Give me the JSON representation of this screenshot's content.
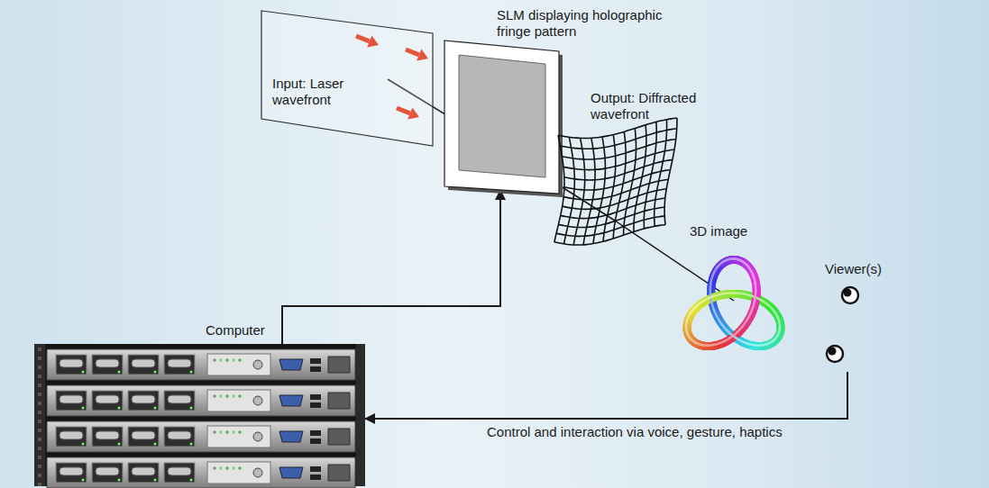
{
  "diagram": {
    "nodes": [
      {
        "text": [
          "Input: Laser wavefront"
        ]
      },
      {
        "text": [
          "SLM displaying holographic fringe pattern"
        ]
      },
      {
        "text": [
          "Output: Diffracted wavefront"
        ]
      },
      {
        "text": [
          "3D image"
        ]
      },
      {
        "text": [
          "Viewer(s)"
        ]
      },
      {
        "text": [
          "Computer"
        ]
      }
    ],
    "edges": [
      {
        "from": 0,
        "to": 1,
        "arrow": "none"
      },
      {
        "from": 1,
        "to": 2,
        "arrow": "none"
      },
      {
        "from": 2,
        "to": 3,
        "arrow": "none"
      },
      {
        "from": 5,
        "to": 1,
        "arrow": "to"
      },
      {
        "from": 4,
        "to": 5,
        "arrow": "to",
        "label": "Control and interaction via voice, gesture, haptics"
      }
    ]
  }
}
